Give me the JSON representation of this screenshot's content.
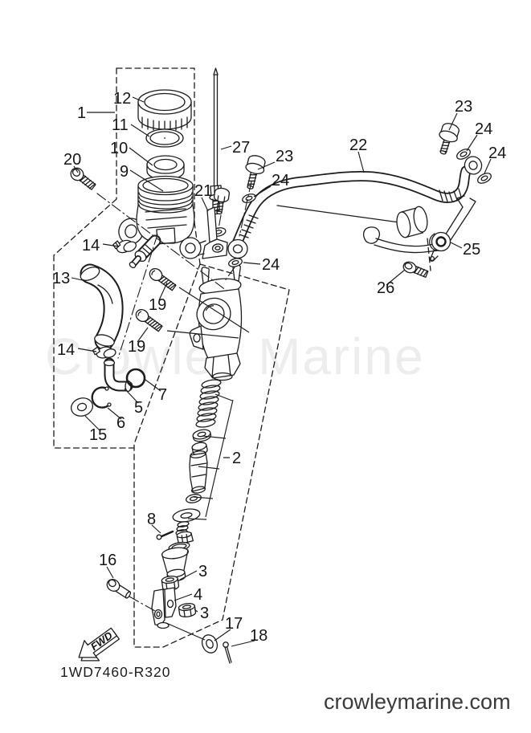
{
  "diagram": {
    "watermark": "Crowley Marine",
    "drawing_number": "1WD7460-R320",
    "site_credit": "crowleymarine.com",
    "fwd_label": "FWD",
    "labels": {
      "l1": "1",
      "l2": "2",
      "l3a": "3",
      "l3b": "3",
      "l4": "4",
      "l5": "5",
      "l6": "6",
      "l7": "7",
      "l8": "8",
      "l9": "9",
      "l10": "10",
      "l11": "11",
      "l12": "12",
      "l13": "13",
      "l14a": "14",
      "l14b": "14",
      "l15": "15",
      "l16": "16",
      "l17": "17",
      "l18": "18",
      "l19a": "19",
      "l19b": "19",
      "l20": "20",
      "l21": "21",
      "l22": "22",
      "l23a": "23",
      "l23b": "23",
      "l24a": "24",
      "l24b": "24",
      "l24c": "24",
      "l24d": "24",
      "l25": "25",
      "l26": "26",
      "l27": "27"
    }
  }
}
